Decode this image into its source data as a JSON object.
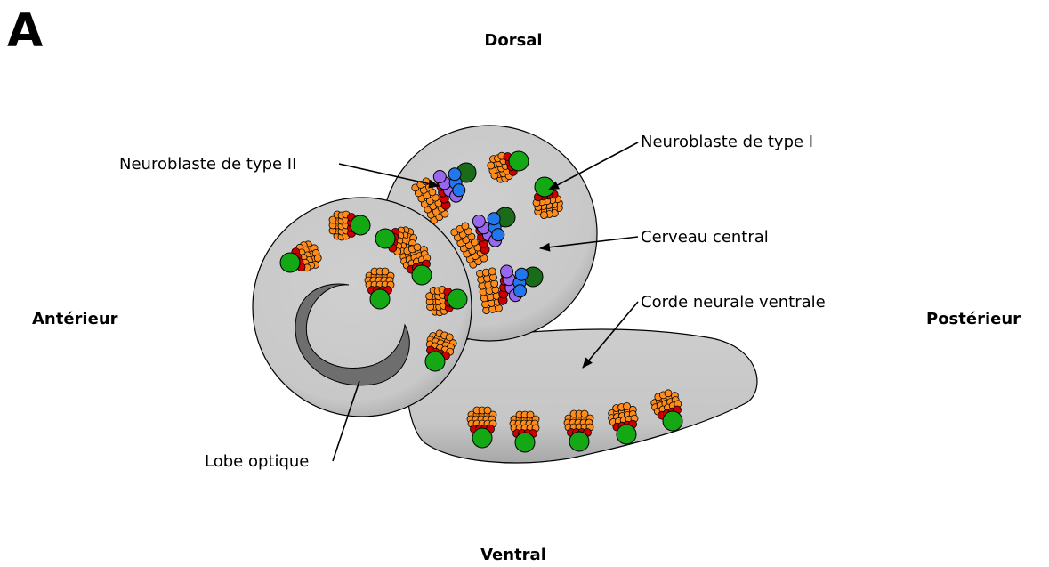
{
  "panel_letter": "A",
  "orientation": {
    "top": "Dorsal",
    "bottom": "Ventral",
    "left": "Antérieur",
    "right": "Postérieur"
  },
  "labels": {
    "type2": "Neuroblaste de type II",
    "type1": "Neuroblaste de type I",
    "central_brain": "Cerveau central",
    "ventral_cord": "Corde neurale ventrale",
    "optic_lobe": "Lobe optique"
  },
  "colors": {
    "tissue": "#c8c8c8",
    "optic_crescent": "#6e6e6e",
    "neuroblast": "#14a814",
    "type2_neuroblast": "#1a6b1a",
    "gmc": "#cc0000",
    "neuron": "#ff8c1a",
    "inp_blue": "#2277ee",
    "inp_purple": "#9966ee"
  }
}
